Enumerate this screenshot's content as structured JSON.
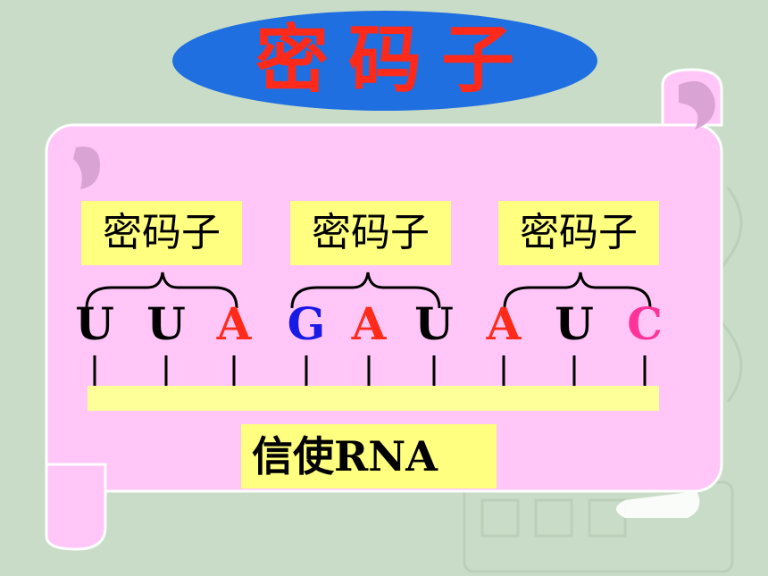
{
  "title": "密码子",
  "codon_labels": [
    "密码子",
    "密码子",
    "密码子"
  ],
  "bases": [
    {
      "letter": "U",
      "color": "#000000"
    },
    {
      "letter": "U",
      "color": "#000000"
    },
    {
      "letter": "A",
      "color": "#ff2a1a"
    },
    {
      "letter": "G",
      "color": "#1a1ae6"
    },
    {
      "letter": "A",
      "color": "#ff2a1a"
    },
    {
      "letter": "U",
      "color": "#000000"
    },
    {
      "letter": "A",
      "color": "#ff2a1a"
    },
    {
      "letter": "U",
      "color": "#000000"
    },
    {
      "letter": "C",
      "color": "#ff3399"
    }
  ],
  "strand_label": "信使RNA",
  "colors": {
    "background": "#c9dcc7",
    "scroll": "#ffc6f7",
    "oval": "#1f6fe0",
    "title": "#ff2a1a",
    "label_bg": "#ffff80"
  }
}
